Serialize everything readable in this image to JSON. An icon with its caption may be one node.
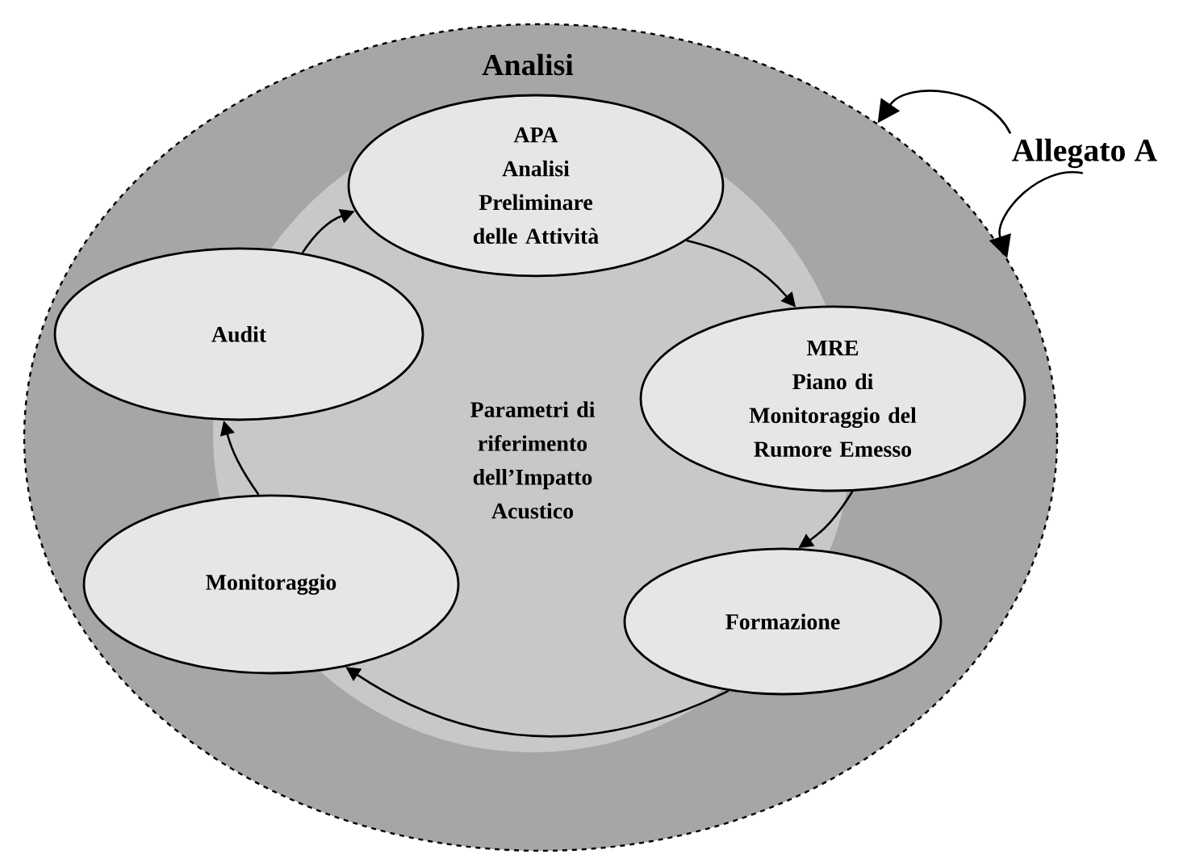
{
  "diagram": {
    "nodes": [
      {
        "text": [
          "Analisi"
        ]
      },
      {
        "text": [
          "Parametri di riferimento dell’Impatto Acustico"
        ],
        "in": 0
      },
      {
        "text": [
          "APA",
          "Analisi Preliminare delle Attività"
        ],
        "in": 0
      },
      {
        "text": [
          "MRE",
          "Piano di Monitoraggio del Rumore Emesso"
        ],
        "in": 0
      },
      {
        "text": [
          "Formazione"
        ],
        "in": 0
      },
      {
        "text": [
          "Monitoraggio"
        ],
        "in": 0
      },
      {
        "text": [
          "Audit"
        ],
        "in": 0
      },
      {
        "text": [
          "Allegato A"
        ]
      }
    ],
    "edges": [
      {
        "from": 2,
        "to": 3,
        "arrow": "to"
      },
      {
        "from": 3,
        "to": 4,
        "arrow": "to"
      },
      {
        "from": 4,
        "to": 5,
        "arrow": "to"
      },
      {
        "from": 5,
        "to": 6,
        "arrow": "to"
      },
      {
        "from": 6,
        "to": 2,
        "arrow": "to"
      },
      {
        "from": 7,
        "to": 0,
        "arrow": "to"
      },
      {
        "from": 7,
        "to": 0,
        "arrow": "to"
      }
    ]
  }
}
